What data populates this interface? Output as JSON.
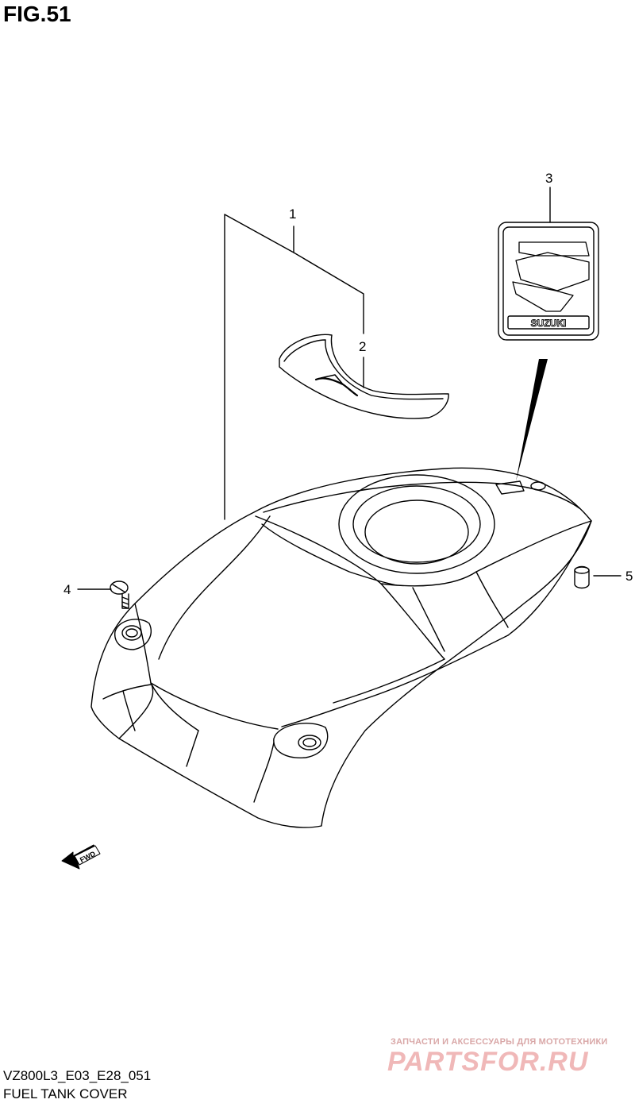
{
  "figure": {
    "title": "FIG.51",
    "model_code": "VZ800L3_E03_E28_051",
    "caption": "FUEL TANK COVER"
  },
  "callouts": [
    {
      "number": "1",
      "part": "fuel-tank-cover"
    },
    {
      "number": "2",
      "part": "emblem-plate"
    },
    {
      "number": "3",
      "part": "suzuki-emblem"
    },
    {
      "number": "4",
      "part": "screw"
    },
    {
      "number": "5",
      "part": "cushion"
    }
  ],
  "emblem": {
    "text": "SUZUKI"
  },
  "direction_marker": {
    "text": "FWD"
  },
  "watermark": {
    "small_text": "ЗАПЧАСТИ И АКСЕССУАРЫ ДЛЯ МОТОТЕХНИКИ",
    "big_text": "PARTSFOR.RU",
    "color": "#f0b8b8"
  }
}
